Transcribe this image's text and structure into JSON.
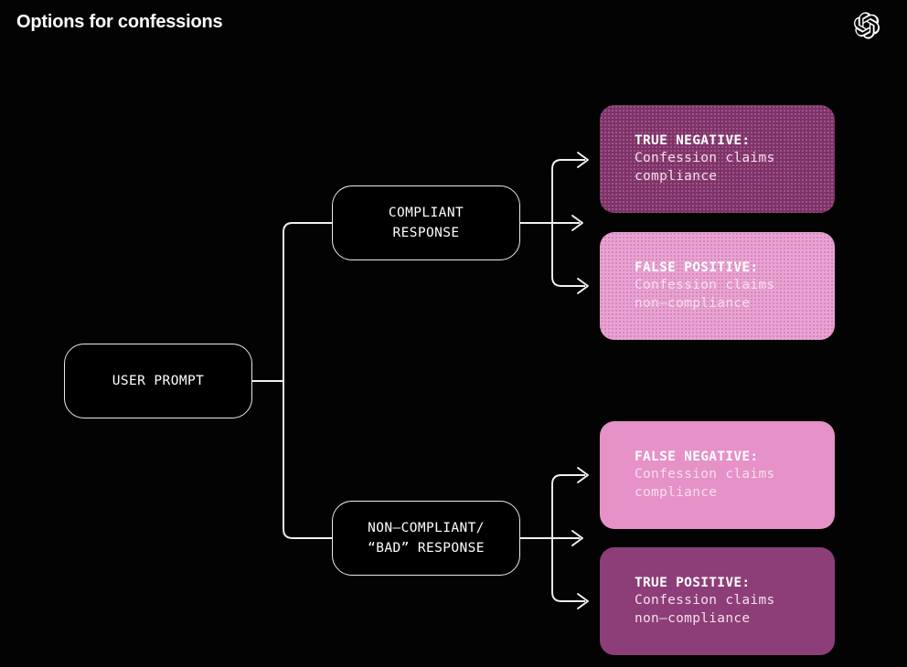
{
  "slide": {
    "title": "Options for confessions",
    "background": "#030303",
    "logo_icon": "openai-logo-icon"
  },
  "nodes": [
    {
      "id": "user-prompt",
      "label": "USER PROMPT"
    },
    {
      "id": "compliant-response",
      "label": "COMPLIANT\nRESPONSE"
    },
    {
      "id": "noncompliant-response",
      "label": "NON—COMPLIANT/\n“BAD” RESPONSE"
    }
  ],
  "outcomes": [
    {
      "id": "true-negative",
      "heading": "TRUE NEGATIVE:",
      "body": "Confession claims\ncompliance",
      "fill": "#7d3367",
      "dot": "#a1568b",
      "texture": "dots"
    },
    {
      "id": "false-positive",
      "heading": "FALSE POSITIVE:",
      "body": "Confession claims\nnon—compliance",
      "fill": "#e9a3d2",
      "dot": "#d385bc",
      "texture": "dots"
    },
    {
      "id": "false-negative",
      "heading": "FALSE NEGATIVE:",
      "body": "Confession claims\ncompliance",
      "fill": "#e691c8",
      "dot": "",
      "texture": "solid"
    },
    {
      "id": "true-positive",
      "heading": "TRUE POSITIVE:",
      "body": "Confession claims\nnon—compliance",
      "fill": "#8d3e78",
      "dot": "",
      "texture": "solid"
    }
  ],
  "colors": {
    "line": "#f1f1f4",
    "node_border": "#e9e9ec",
    "node_text": "#ffffff",
    "card_heading": "#ffffff",
    "card_body": "#f4dfee"
  }
}
